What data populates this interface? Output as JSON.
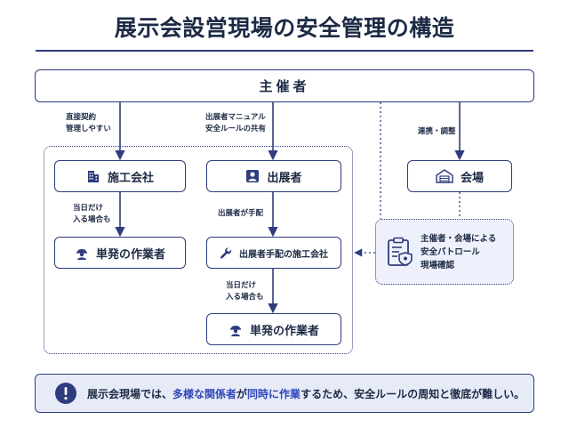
{
  "title": "展示会設営現場の安全管理の構造",
  "organizer": "主催者",
  "labels": {
    "direct_contract": [
      "直接契約",
      "管理しやすい"
    ],
    "exhibitor_manual": [
      "出展者マニュアル",
      "安全ルールの共有"
    ],
    "coordination": "連携・調整",
    "same_day_1": [
      "当日だけ",
      "入る場合も"
    ],
    "exhibitor_arranged": "出展者が手配",
    "same_day_2": [
      "当日だけ",
      "入る場合も"
    ]
  },
  "nodes": {
    "construction_company": "施工会社",
    "exhibitor": "出展者",
    "venue": "会場",
    "single_worker_1": "単発の作業者",
    "exhibitor_contractor": "出展者手配の施工会社",
    "single_worker_2": "単発の作業者"
  },
  "patrol": [
    "主催者・会場による",
    "安全パトロール",
    "現場確認"
  ],
  "notice": {
    "before": "展示会現場では、",
    "highlight1": "多様な関係者",
    "mid1": "が",
    "highlight2": "同時に作業",
    "after": "するため、安全ルールの周知と徹底が難しい。"
  },
  "colors": {
    "navy": "#2f3c7e",
    "text": "#1c2a44",
    "highlight": "#2f47b8",
    "notice_bg": "#e7ebf8",
    "patrol_bg": "#eef1fb"
  }
}
